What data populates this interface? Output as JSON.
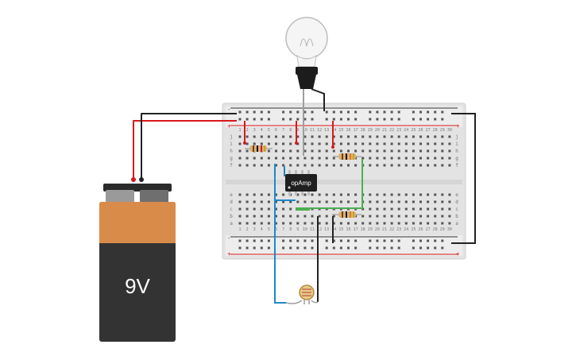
{
  "battery": {
    "label": "9V"
  },
  "chip": {
    "label": "opAmp"
  },
  "breadboard": {
    "columns": [
      "1",
      "2",
      "3",
      "4",
      "5",
      "6",
      "7",
      "8",
      "9",
      "10",
      "11",
      "12",
      "13",
      "14",
      "15",
      "16",
      "17",
      "18",
      "19",
      "20",
      "21",
      "22",
      "23",
      "24",
      "25",
      "26",
      "27",
      "28",
      "29",
      "30"
    ],
    "rows_top": [
      "j",
      "i",
      "h",
      "g",
      "f"
    ],
    "rows_bottom": [
      "e",
      "d",
      "c",
      "b",
      "a"
    ],
    "rail_plus": "+",
    "rail_minus": "-"
  },
  "colors": {
    "wire_red": "#d7191c",
    "wire_black": "#222222",
    "wire_blue": "#1e88c8",
    "wire_green": "#4caf50",
    "board": "#e4e4e4",
    "battery_body": "#333333",
    "battery_label": "#d98b4a"
  },
  "icons": [
    "bulb-icon",
    "resistor-icon",
    "photoresistor-icon",
    "battery-icon",
    "ic-chip-icon"
  ]
}
